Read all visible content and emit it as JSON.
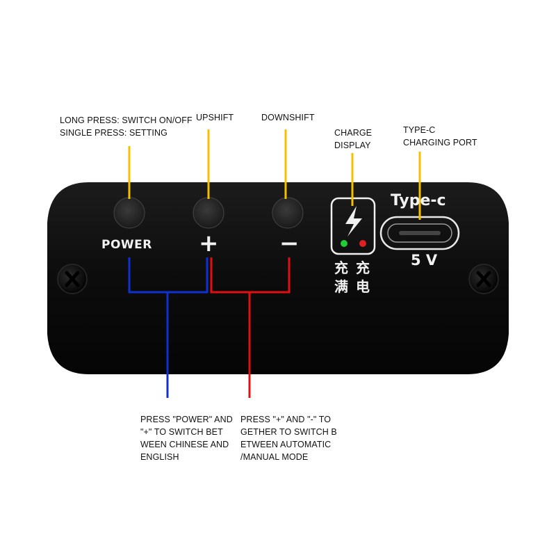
{
  "annotations": {
    "power_desc": "LONG PRESS: SWITCH ON/OFF\nSINGLE PRESS: SETTING",
    "upshift": "UPSHIFT",
    "downshift": "DOWNSHIFT",
    "charge_display": "CHARGE\nDISPLAY",
    "type_c_port": "TYPE-C\nCHARGING PORT",
    "power_plus_combo": "PRESS \"POWER\" AND\n\"+\" TO SWITCH BET\nWEEN CHINESE AND\nENGLISH",
    "plus_minus_combo": "PRESS \"+\" AND \"-\" TO\nGETHER TO SWITCH B\nETWEEN AUTOMATIC\n/MANUAL MODE"
  },
  "panel": {
    "power_label": "POWER",
    "plus_label": "+",
    "minus_label": "−",
    "charging_text": "充",
    "charging_text_2": "电",
    "full_text": "充",
    "full_text_2": "满",
    "type_c_label": "Type-c",
    "voltage_label": "5 V"
  },
  "colors": {
    "panel": "#0d0d0d",
    "leader_line": "#f5c000",
    "power_plus_line": "#1030d0",
    "plus_minus_line": "#e01010",
    "led_green": "#22cc33",
    "led_red": "#e02020"
  }
}
